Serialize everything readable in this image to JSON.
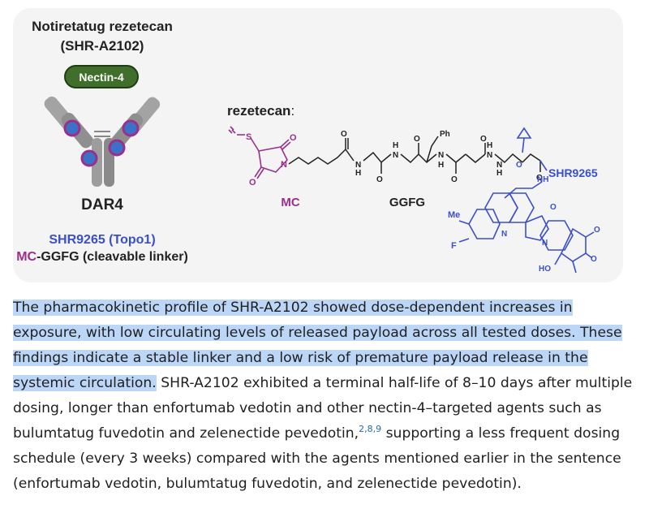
{
  "figure": {
    "drug_name": "Notiretatug rezetecan",
    "drug_code": "(SHR-A2102)",
    "target_label": "Nectin-4",
    "dar_label": "DAR4",
    "payload_label": "SHR9265 (Topo1)",
    "linker_prefix": "MC",
    "linker_rest": "-GGFG (cleavable linker)",
    "structure_title": "rezetecan",
    "structure_colon": ":",
    "mc_label": "MC",
    "ggfg_label": "GGFG",
    "payload_struct_label": "SHR9265",
    "atoms": {
      "s": "S",
      "o": "O",
      "n": "N",
      "nh": "N",
      "h": "H",
      "ph": "Ph",
      "me": "Me",
      "f": "F",
      "ho": "HO"
    },
    "colors": {
      "dark": "#222222",
      "mc_purple": "#9b2f8c",
      "payload_blue": "#3a4fc8",
      "nectin_green": "#3f6f2a",
      "antibody_gray": "#9a9a9a"
    }
  },
  "text": {
    "highlighted": "The pharmacokinetic profile of SHR-A2102 showed dose-dependent increases in exposure, with low circulating levels of released payload across all tested doses. These findings indicate a stable linker and a low risk of premature payload release in the systemic circulation.",
    "part2": " SHR-A2102 exhibited a terminal half-life of 8–10 days after multiple dosing, longer than enfortumab vedotin and other nectin-4–targeted agents such as bulumtatug fuvedotin and zelenectide pevedotin,",
    "refs": "2,8,9",
    "part3": " supporting a less frequent dosing schedule (every 3 weeks) compared with the agents mentioned earlier in the sentence (enfortumab vedotin, bulumtatug fuvedotin, and zelenectide pevedotin)."
  }
}
